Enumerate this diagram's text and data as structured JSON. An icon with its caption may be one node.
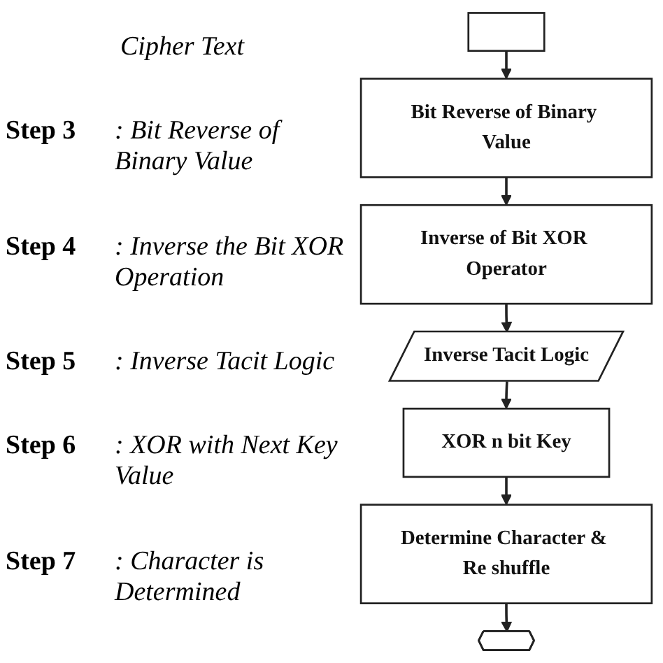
{
  "diagram": {
    "nodes": [
      {
        "text": [],
        "shape": "box"
      },
      {
        "text": [
          "Bit Reverse of Binary Value"
        ]
      },
      {
        "text": [
          "Inverse of Bit XOR Operator"
        ]
      },
      {
        "text": [
          "Inverse Tacit Logic"
        ]
      },
      {
        "text": [
          "XOR n bit Key"
        ]
      },
      {
        "text": [
          "Determine Character & Re shuffle"
        ]
      },
      {
        "text": [],
        "shape": "hexagon"
      }
    ],
    "edges": [
      {
        "from": 0,
        "to": 1,
        "arrow": "to"
      },
      {
        "from": 1,
        "to": 2,
        "arrow": "to"
      },
      {
        "from": 2,
        "to": 3,
        "arrow": "to"
      },
      {
        "from": 3,
        "to": 4,
        "arrow": "to"
      },
      {
        "from": 4,
        "to": 5,
        "arrow": "to"
      },
      {
        "from": 5,
        "to": 6,
        "arrow": "to"
      }
    ],
    "labels": [
      "Cipher Text",
      "Step 3",
      ": Bit Reverse of Binary Value",
      "Step 4",
      ": Inverse the Bit XOR Operation",
      "Step 5",
      ": Inverse Tacit Logic",
      "Step 6",
      ": XOR with Next Key Value",
      "Step 7",
      ": Character is Determined"
    ]
  }
}
